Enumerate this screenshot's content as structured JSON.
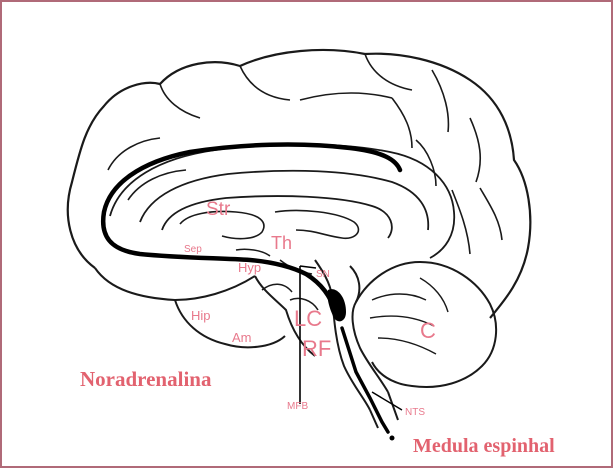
{
  "labels": {
    "str": "Str",
    "th": "Th",
    "sep": "Sep",
    "hyp": "Hyp",
    "sn": "SN",
    "hip": "Hip",
    "am": "Am",
    "lc": "LC",
    "rf": "RF",
    "c": "C",
    "mfb": "MFB",
    "nts": "NTS"
  },
  "captions": {
    "neurotransmitter": "Noradrenalina",
    "spinal_cord": "Medula espinhal"
  },
  "colors": {
    "label": "#e8798c",
    "caption": "#e2626f",
    "outline": "#1a1a1a",
    "pathway": "#000000",
    "frame": "#b06a78"
  }
}
